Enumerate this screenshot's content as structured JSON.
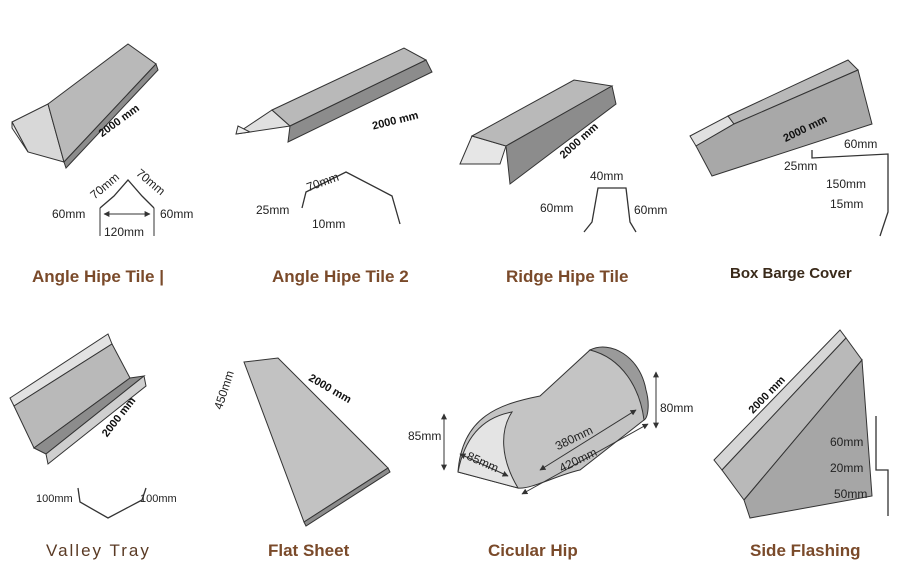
{
  "colors": {
    "fill": "#b9b9b9",
    "fill_light": "#e2e2e2",
    "fill_dark": "#8c8c8c",
    "title": "#7a4a2a"
  },
  "items": [
    {
      "title": "Angle Hipe Tile |",
      "length": "2000 mm",
      "dims": [
        "70mm",
        "70mm",
        "60mm",
        "60mm",
        "120mm"
      ]
    },
    {
      "title": "Angle Hipe Tile 2",
      "length": "2000 mm",
      "dims": [
        "70mm",
        "25mm",
        "10mm"
      ]
    },
    {
      "title": "Ridge Hipe Tile",
      "length": "2000 mm",
      "dims": [
        "40mm",
        "60mm",
        "60mm"
      ]
    },
    {
      "title": "Box Barge Cover",
      "length": "2000 mm",
      "dims": [
        "60mm",
        "25mm",
        "150mm",
        "15mm"
      ]
    },
    {
      "title": "Valley Tray",
      "length": "2000 mm",
      "dims": [
        "100mm",
        "100mm"
      ]
    },
    {
      "title": "Flat Sheet",
      "length": "2000 mm",
      "dims": [
        "450mm"
      ]
    },
    {
      "title": "Cicular Hip",
      "length": "",
      "dims": [
        "85mm",
        "85mm",
        "380mm",
        "420mm",
        "80mm"
      ]
    },
    {
      "title": "Side Flashing",
      "length": "2000 mm",
      "dims": [
        "60mm",
        "20mm",
        "50mm"
      ]
    }
  ]
}
